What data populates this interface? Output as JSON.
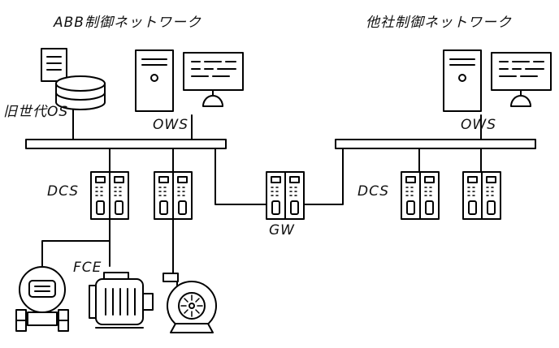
{
  "labels": {
    "abb_network": "ABB制御ネットワーク",
    "other_network": "他社制御ネットワーク",
    "legacy_os": "旧世代OS",
    "ows_left": "OWS",
    "ows_right": "OWS",
    "dcs_left": "DCS",
    "dcs_right": "DCS",
    "gw": "GW",
    "fce": "FCE"
  },
  "colors": {
    "line": "#000000",
    "fill": "#ffffff"
  }
}
